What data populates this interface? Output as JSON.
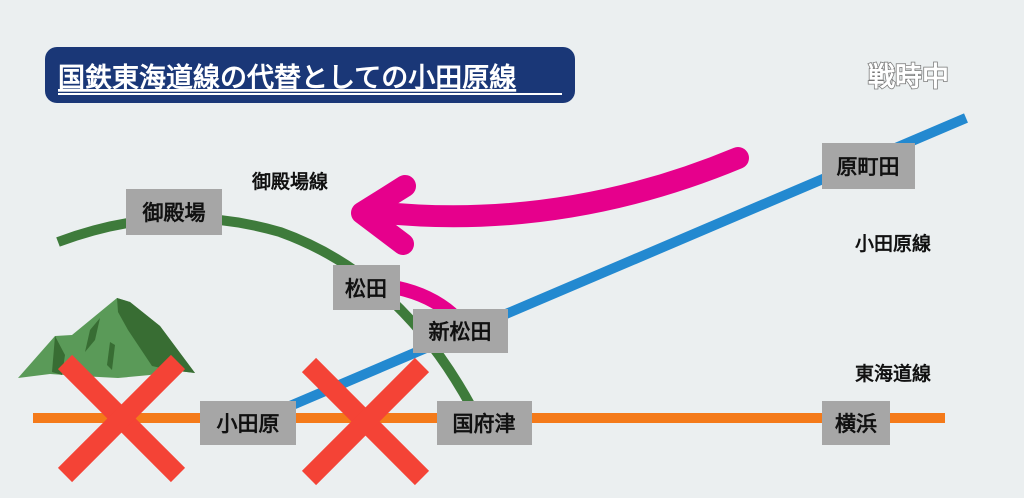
{
  "title": "国鉄東海道線の代替としての小田原線",
  "period": "戦時中",
  "lines": {
    "gotemba": "御殿場線",
    "odakyu": "小田原線",
    "tokaido": "東海道線"
  },
  "stations": {
    "gotemba": "御殿場",
    "matsuda": "松田",
    "shin_matsuda": "新松田",
    "odawara": "小田原",
    "kozu": "国府津",
    "yokohama": "横浜",
    "haramachida": "原町田"
  },
  "colors": {
    "background": "#ebeff0",
    "title_box": "#1a3777",
    "tokaido": "#f47a1a",
    "odakyu": "#2389d0",
    "gotemba": "#3e7b3b",
    "arrow": "#e6008c",
    "cross": "#f44336",
    "station_box": "#a6a6a6"
  }
}
